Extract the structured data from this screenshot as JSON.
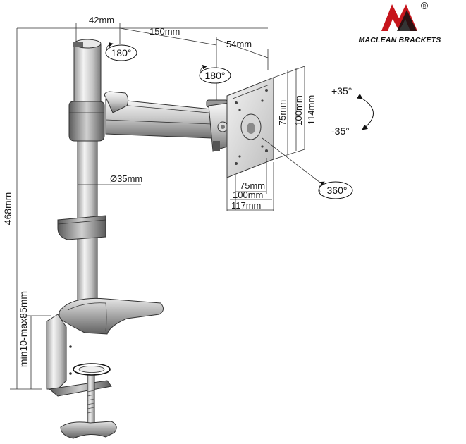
{
  "brand": {
    "name": "MACLEAN BRACKETS",
    "registered_mark": "R"
  },
  "dimensions": {
    "pole_offset": "42mm",
    "arm_length": "150mm",
    "head_offset": "54mm",
    "pole_diameter": "Ø35mm",
    "total_height": "468mm",
    "clamp_range": "min10-max85mm",
    "vesa_h": [
      "75mm",
      "100mm",
      "117mm"
    ],
    "vesa_v": [
      "75mm",
      "100mm",
      "114mm"
    ]
  },
  "rotations": {
    "arm_swivel": "180°",
    "head_swivel": "180°",
    "plate_rotation": "360°",
    "tilt_up": "+35°",
    "tilt_down": "-35°"
  }
}
